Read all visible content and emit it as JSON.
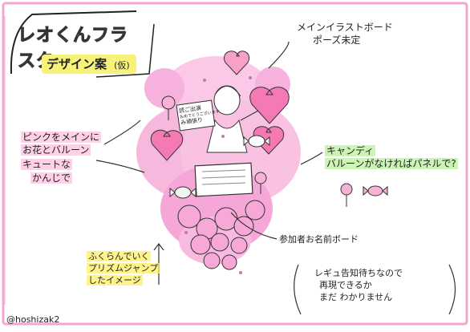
{
  "title": "レオくんフラスタ",
  "subtitle": "デザイン案",
  "subtitle_note": "(仮)",
  "board_note": {
    "line1": "メインイラストボード",
    "line2": "ポーズ未定"
  },
  "left_note": {
    "line1": "ピンクをメインに",
    "line2": "お花とバルーン",
    "line3": "キュートな",
    "line4": "かんじで"
  },
  "candy_note": {
    "line1": "キャンディ",
    "line2": "バルーンがなければパネルで?"
  },
  "participants_label": "参加者お名前ボード",
  "fluffy_note": {
    "line1": "ふくらんでいく",
    "line2": "プリズムジャンプ",
    "line3": "したイメージ"
  },
  "regulation_note": {
    "line1": "レギュ告知待ちなので",
    "line2": "再現できるか",
    "line3": "まだ わかりません"
  },
  "sign_text": {
    "line1": "読ご出演",
    "line2": "おめでとうございます",
    "line3": "み頑張り"
  },
  "credit": "@hoshizak2",
  "colors": {
    "accent_pink": "#ff6aa8",
    "flower_pink": "#f5a3d6",
    "border_pink": "#f3a7cf",
    "highlight_yellow": "#f7f27a",
    "highlight_green": "#8ee65a"
  }
}
